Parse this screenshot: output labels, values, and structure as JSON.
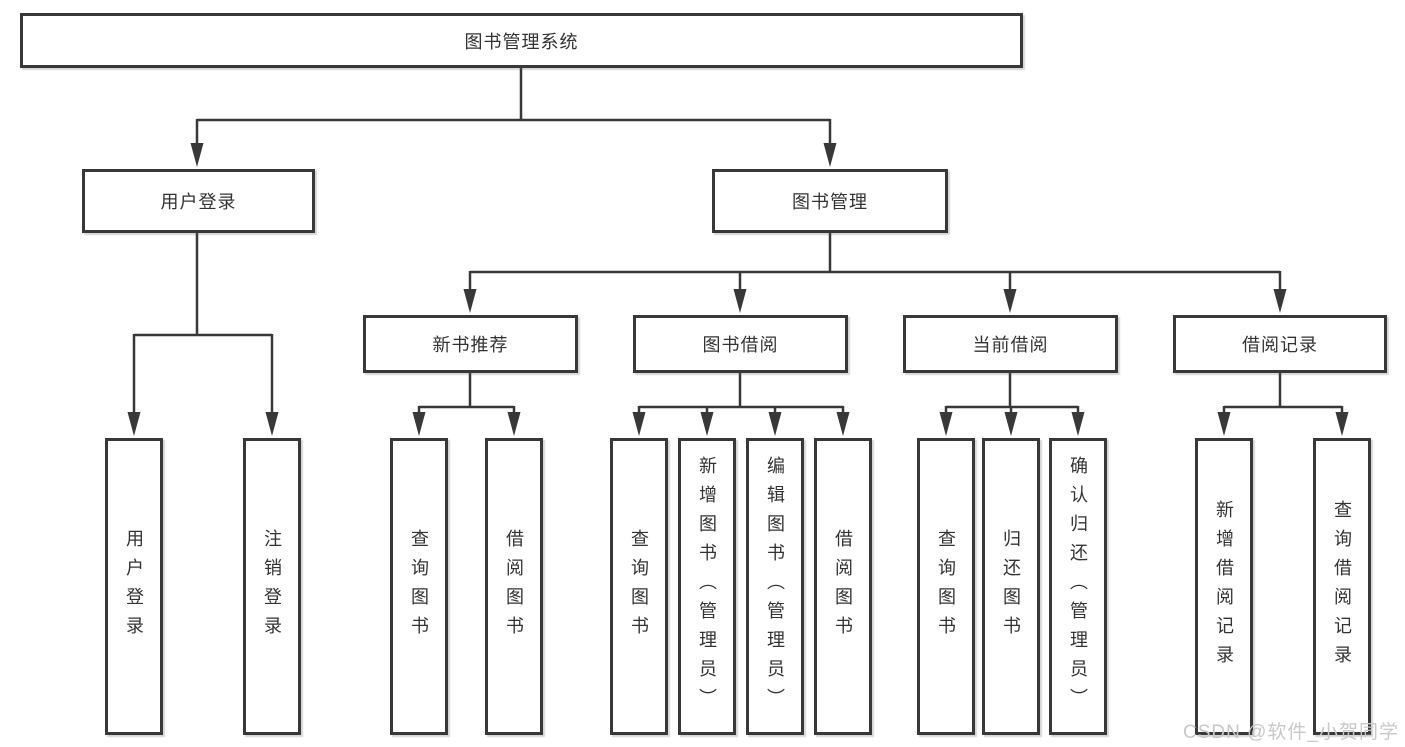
{
  "diagram": {
    "root": {
      "label": "图书管理系统"
    },
    "branches": [
      {
        "label": "用户登录",
        "children": [
          {
            "label": "用户登录"
          },
          {
            "label": "注销登录"
          }
        ]
      },
      {
        "label": "图书管理",
        "groups": [
          {
            "label": "新书推荐",
            "children": [
              {
                "label": "查询图书"
              },
              {
                "label": "借阅图书"
              }
            ]
          },
          {
            "label": "图书借阅",
            "children": [
              {
                "label": "查询图书"
              },
              {
                "label": "新增图书（管理员）"
              },
              {
                "label": "编辑图书（管理员）"
              },
              {
                "label": "借阅图书"
              }
            ]
          },
          {
            "label": "当前借阅",
            "children": [
              {
                "label": "查询图书"
              },
              {
                "label": "归还图书"
              },
              {
                "label": "确认归还（管理员）"
              }
            ]
          },
          {
            "label": "借阅记录",
            "children": [
              {
                "label": "新增借阅记录"
              },
              {
                "label": "查询借阅记录"
              }
            ]
          }
        ]
      }
    ],
    "watermark": "CSDN @软件_小贺同学",
    "colors": {
      "line": "#383838",
      "border": "#383838",
      "text": "#333333",
      "watermark": "#c8c8c8",
      "background": "#ffffff"
    }
  }
}
